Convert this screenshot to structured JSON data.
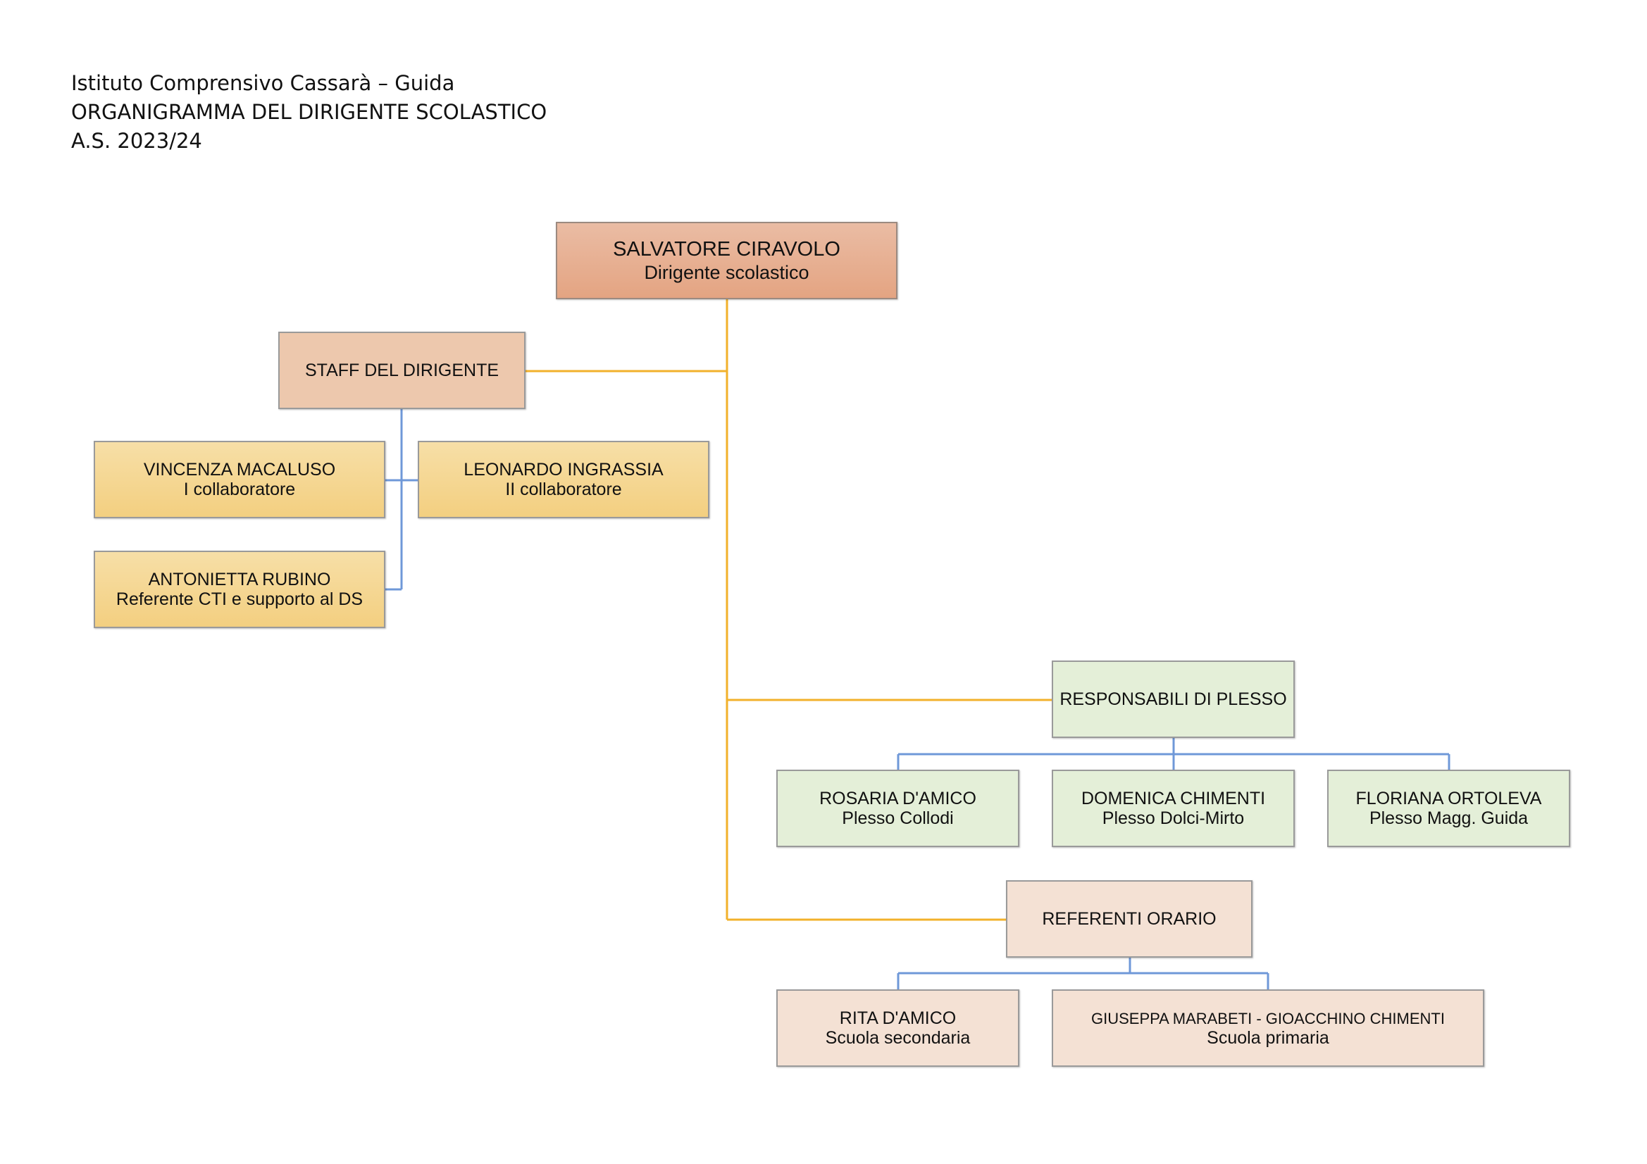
{
  "header": {
    "line1": "Istituto Comprensivo Cassarà – Guida",
    "line2": "ORGANIGRAMMA DEL DIRIGENTE SCOLASTICO",
    "line3": "A.S. 2023/24"
  },
  "colors": {
    "connector_main": "#f2b12b",
    "connector_sub": "#6f98d8"
  },
  "nodes": {
    "dirigente": {
      "title": "SALVATORE CIRAVOLO",
      "subtitle": "Dirigente scolastico"
    },
    "staff": {
      "title": "STAFF DEL DIRIGENTE"
    },
    "macaluso": {
      "title": "VINCENZA MACALUSO",
      "subtitle": "I collaboratore"
    },
    "ingrassia": {
      "title": "LEONARDO INGRASSIA",
      "subtitle": "II collaboratore"
    },
    "rubino": {
      "title": "ANTONIETTA RUBINO",
      "subtitle": "Referente CTI e supporto al DS"
    },
    "responsabili": {
      "title": "RESPONSABILI DI PLESSO"
    },
    "rosaria": {
      "title": "ROSARIA D'AMICO",
      "subtitle": "Plesso Collodi"
    },
    "domenica": {
      "title": "DOMENICA CHIMENTI",
      "subtitle": "Plesso Dolci-Mirto"
    },
    "floriana": {
      "title": "FLORIANA ORTOLEVA",
      "subtitle": "Plesso Magg. Guida"
    },
    "referenti": {
      "title": "REFERENTI ORARIO"
    },
    "rita": {
      "title": "RITA D'AMICO",
      "subtitle": "Scuola secondaria"
    },
    "giuseppa": {
      "title": "GIUSEPPA MARABETI - GIOACCHINO CHIMENTI",
      "subtitle": "Scuola primaria"
    }
  }
}
